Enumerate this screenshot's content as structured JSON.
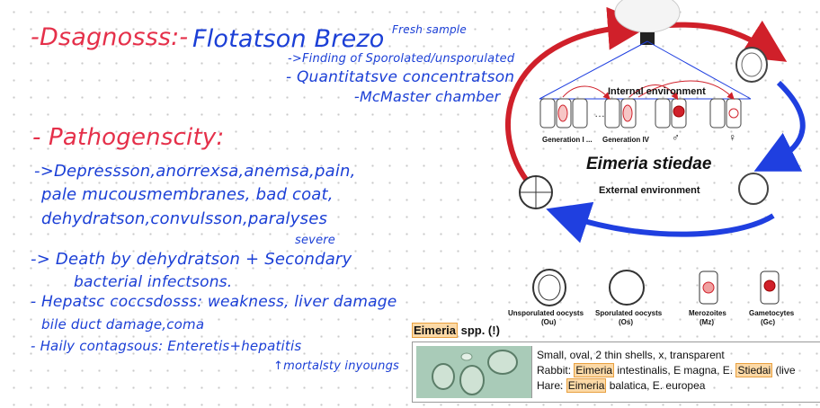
{
  "notes": {
    "diagnosis_heading": "-Dsagnosss:-",
    "diagnosis_method": "Flotatson Brezo",
    "diagnosis_fresh": "Fresh sample",
    "diagnosis_line2": "->Finding of Sporolated/unsporulated",
    "diagnosis_line3": "- Quantitatsve concentratson",
    "diagnosis_line4": "-McMaster chamber",
    "patho_heading": "- Pathogenscity:",
    "patho_line1": "->Depressson,anorrexsa,anemsa,pain,",
    "patho_line2": "pale mucousmembranes, bad coat,",
    "patho_line3": "dehydratson,convulsson,paralyses",
    "patho_severe": "severe",
    "patho_line4": "-> Death by dehydratson + Secondary",
    "patho_line5": "bacterial infectsons.",
    "patho_line6": "- Hepatsc coccsdosss: weakness, liver damage",
    "patho_line7": "bile duct damage,coma",
    "patho_line8": "- Haily contagsous: Enteretis+hepatitis",
    "patho_line9": "↑mortalsty inyoungs"
  },
  "diagram": {
    "internal": "Internal environment",
    "species": "Eimeria stiedae",
    "external": "External environment",
    "gen1": "Generation I ...",
    "gen4": "Generation IV",
    "male": "♂",
    "female": "♀",
    "ou1": "Unsporulated oocysts",
    "ou2": "(Ou)",
    "os1": "Sporulated oocysts",
    "os2": "(Os)",
    "mz1": "Merozoites",
    "mz2": "(Mz)",
    "gc1": "Gametocytes",
    "gc2": "(Gc)"
  },
  "table": {
    "genus": "Eimeria",
    "title_rest": " spp. (!)",
    "desc": "Small, oval, 2 thin shells, x, transparent",
    "rabbit_pre": "Rabbit: ",
    "rabbit_genus": "Eimeria",
    "rabbit_mid": " intestinalis, E magna, E. ",
    "rabbit_stiedai": "Stiedai",
    "rabbit_post": " (live",
    "hare_pre": "Hare: ",
    "hare_genus": "Eimeria",
    "hare_post": " balatica, E. europea"
  }
}
